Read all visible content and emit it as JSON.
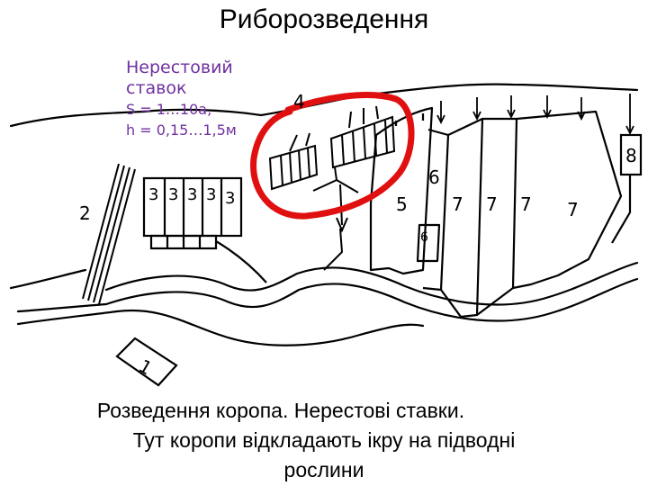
{
  "slide": {
    "title": "Риборозведення"
  },
  "note": {
    "color": "#7030a0",
    "line1": "Нерестовий",
    "line2": "ставок",
    "line3": "S = 1…10а,",
    "line4": "h = 0,15…1,5м"
  },
  "diagram": {
    "highlight_color": "#e01010",
    "labels": {
      "n1": "1",
      "n2": "2",
      "n3a": "3",
      "n3b": "3",
      "n3c": "3",
      "n3d": "3",
      "n3e": "3",
      "n4": "4",
      "n5": "5",
      "n6a": "6",
      "n6b": "6",
      "n7a": "7",
      "n7b": "7",
      "n7c": "7",
      "n7d": "7",
      "n8": "8"
    }
  },
  "caption": {
    "line1": "Розведення коропа. Нерестові ставки.",
    "line2": "Тут коропи відкладають ікру на підводні",
    "line3": "рослини"
  }
}
